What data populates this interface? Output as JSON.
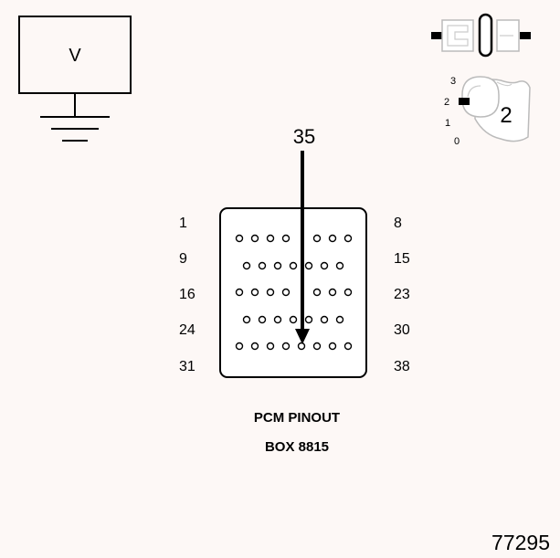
{
  "meter": {
    "symbol": "V"
  },
  "pointer": {
    "pin": "35"
  },
  "pin_labels": {
    "left": [
      "1",
      "9",
      "16",
      "24",
      "31"
    ],
    "right": [
      "8",
      "15",
      "23",
      "30",
      "38"
    ]
  },
  "ignition": {
    "positions": [
      "3",
      "2",
      "1",
      "0"
    ],
    "selected": "2"
  },
  "caption": {
    "line1": "PCM PINOUT",
    "line2": "BOX 8815"
  },
  "figure_number": "77295"
}
